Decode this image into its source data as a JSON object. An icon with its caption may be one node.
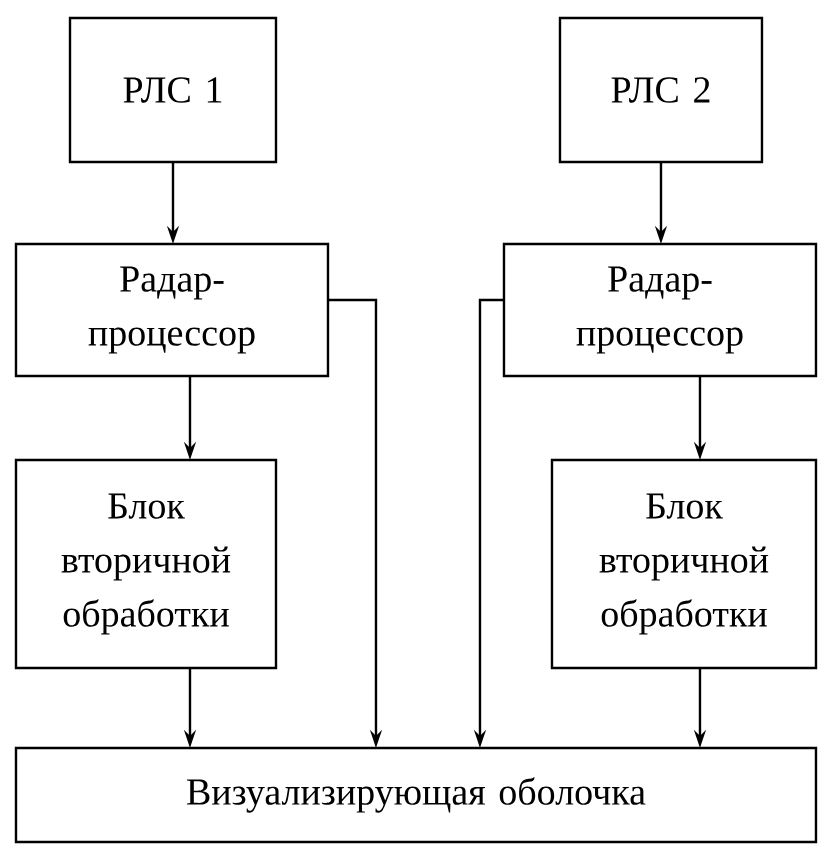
{
  "diagram": {
    "nodes": [
      {
        "text": [
          "РЛС 1"
        ]
      },
      {
        "text": [
          "РЛС 2"
        ]
      },
      {
        "text": [
          "Радар-процессор"
        ]
      },
      {
        "text": [
          "Радар-процессор"
        ]
      },
      {
        "text": [
          "Блок вторичной обработки"
        ]
      },
      {
        "text": [
          "Блок вторичной обработки"
        ]
      },
      {
        "text": [
          "Визуализирующая оболочка"
        ]
      }
    ],
    "edges": [
      {
        "from": 0,
        "to": 2,
        "arrow": "to"
      },
      {
        "from": 1,
        "to": 3,
        "arrow": "to"
      },
      {
        "from": 2,
        "to": 4,
        "arrow": "to"
      },
      {
        "from": 3,
        "to": 5,
        "arrow": "to"
      },
      {
        "from": 4,
        "to": 6,
        "arrow": "to"
      },
      {
        "from": 2,
        "to": 6,
        "arrow": "to"
      },
      {
        "from": 3,
        "to": 6,
        "arrow": "to"
      },
      {
        "from": 5,
        "to": 6,
        "arrow": "to"
      }
    ]
  }
}
